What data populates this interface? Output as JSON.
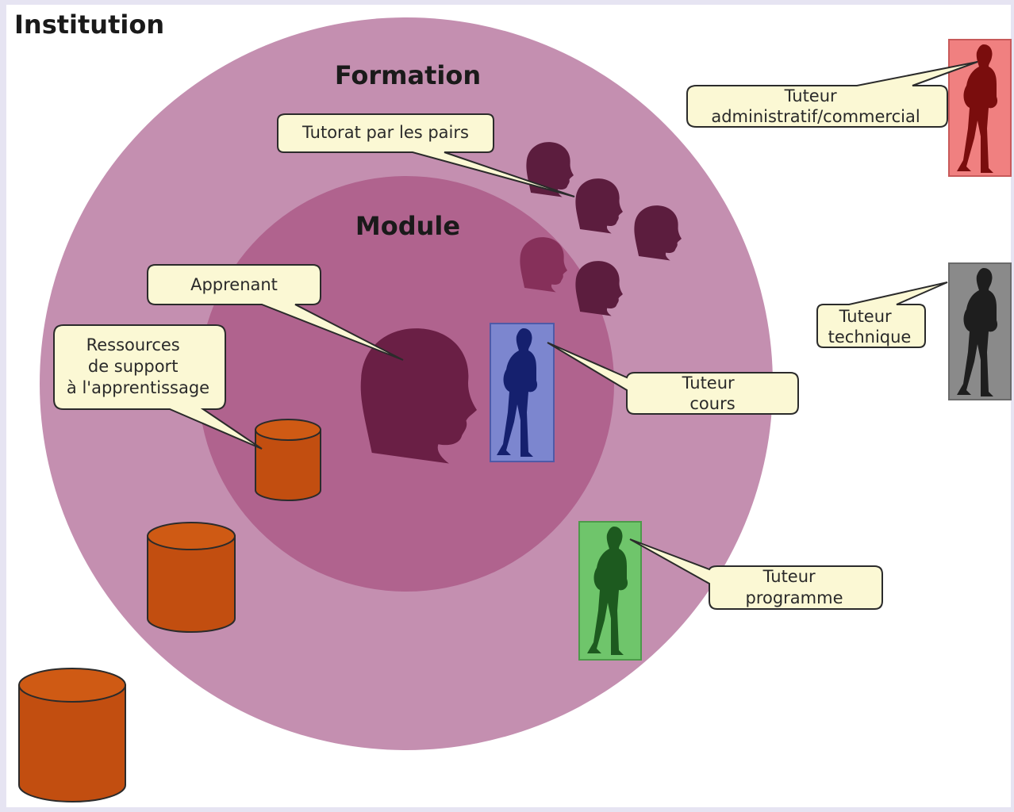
{
  "labels": {
    "institution": "Institution",
    "formation": "Formation",
    "module": "Module"
  },
  "bubbles": {
    "tutorat_pairs": "Tutorat par les pairs",
    "apprenant": "Apprenant",
    "ressources": [
      "Ressources",
      "de support",
      "à l'apprentissage"
    ],
    "tuteur_cours": [
      "Tuteur",
      "cours"
    ],
    "tuteur_admin": [
      "Tuteur",
      "administratif/commercial"
    ],
    "tuteur_technique": [
      "Tuteur",
      "technique"
    ],
    "tuteur_programme": [
      "Tuteur",
      "programme"
    ]
  },
  "colors": {
    "frame": "#e6e4f2",
    "outer_circle": "#c48fb0",
    "inner_circle": "#b0638e",
    "head_silhouette": "#5c1d3e",
    "cylinder": "#c24e10",
    "tutor_blue_bg": "#7c86cf",
    "tutor_red_bg": "#f08080",
    "tutor_gray_bg": "#8a8a8a",
    "tutor_green_bg": "#6fc56b"
  },
  "icons": [
    "head-silhouette-icon",
    "standing-person-icon",
    "database-cylinder-icon"
  ]
}
